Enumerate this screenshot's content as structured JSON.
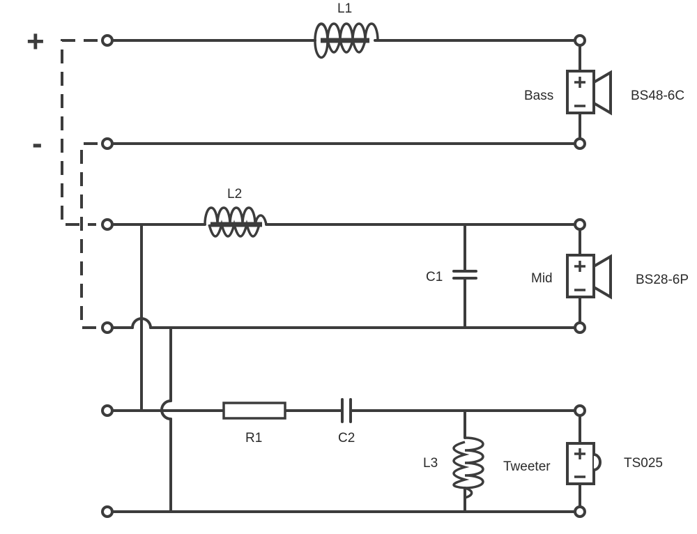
{
  "input": {
    "plus": "+",
    "minus": "-"
  },
  "components": {
    "l1": "L1",
    "l2": "L2",
    "l3": "L3",
    "c1": "C1",
    "c2": "C2",
    "r1": "R1"
  },
  "drivers": {
    "bass": {
      "label": "Bass",
      "model": "BS48-6C"
    },
    "mid": {
      "label": "Mid",
      "model": "BS28-6P"
    },
    "tweeter": {
      "label": "Tweeter",
      "model": "TS025"
    }
  },
  "colors": {
    "line": "#3c3c3c",
    "background": "#ffffff"
  }
}
